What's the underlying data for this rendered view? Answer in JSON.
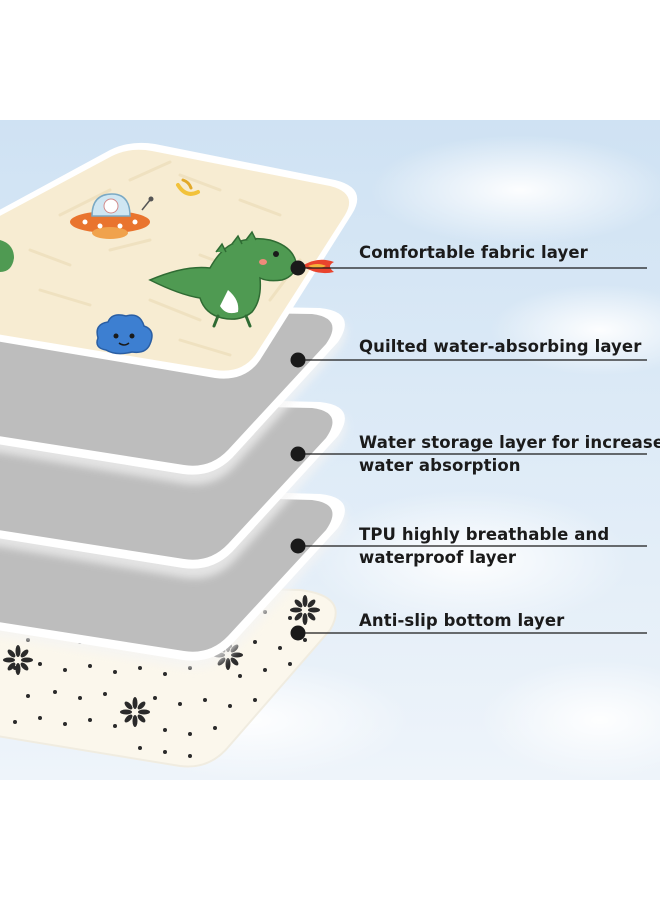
{
  "layers": [
    {
      "name": "Comfortable fabric layer",
      "lines": [
        "Comfortable fabric layer"
      ]
    },
    {
      "name": "Quilted water-absorbing layer",
      "lines": [
        "Quilted water-absorbing layer"
      ]
    },
    {
      "name": "Water storage layer for increased water absorption",
      "lines": [
        "Water storage layer for increased",
        "water absorption"
      ]
    },
    {
      "name": "TPU highly breathable and waterproof layer",
      "lines": [
        "TPU highly breathable and",
        "waterproof layer"
      ]
    },
    {
      "name": "Anti-slip bottom layer",
      "lines": [
        "Anti-slip bottom layer"
      ]
    }
  ],
  "colors": {
    "sky_top": "#cfe2f3",
    "sky_bottom": "#e8f1fa",
    "fabric": "#f7ecd2",
    "gray_layer": "#bdbdbd",
    "layer_edge": "#f3f3f3",
    "bottom_layer": "#fbf7ec",
    "dot": "#2a2a2a",
    "line": "#1a1a1a",
    "dino": "#4f9a52",
    "ufo": "#e9742e",
    "cloud_char": "#3d7fd1"
  },
  "icons": [
    "dinosaur-icon",
    "ufo-icon",
    "cloud-character-icon",
    "banana-icon",
    "flame-icon",
    "flower-icon"
  ]
}
